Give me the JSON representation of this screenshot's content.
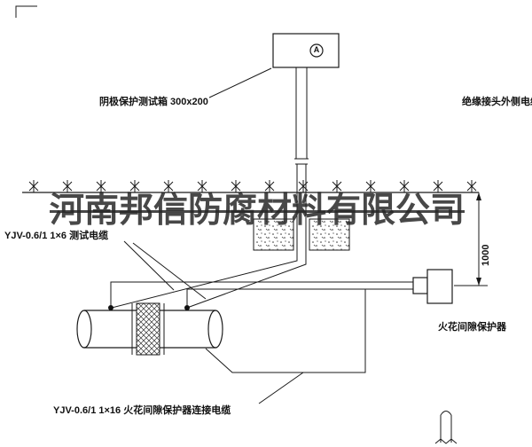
{
  "diagram": {
    "watermark": "河南邦信防腐材料有限公司",
    "test_box_label": "阴极保护测试箱 300x200",
    "meter_letter": "A",
    "insulated_joint_cable_label": "绝缘接头外侧电缆",
    "test_cable_label": "YJV-0.6/1  1×6  测试电缆",
    "spark_gap_protector_label": "火花间隙保护器",
    "spark_gap_cable_label": "YJV-0.6/1  1×16  火花间隙保护器连接电缆",
    "dimension_value": "1000"
  },
  "colors": {
    "line": "#1a1a1a",
    "background": "#ffffff",
    "watermark": "#282828"
  }
}
